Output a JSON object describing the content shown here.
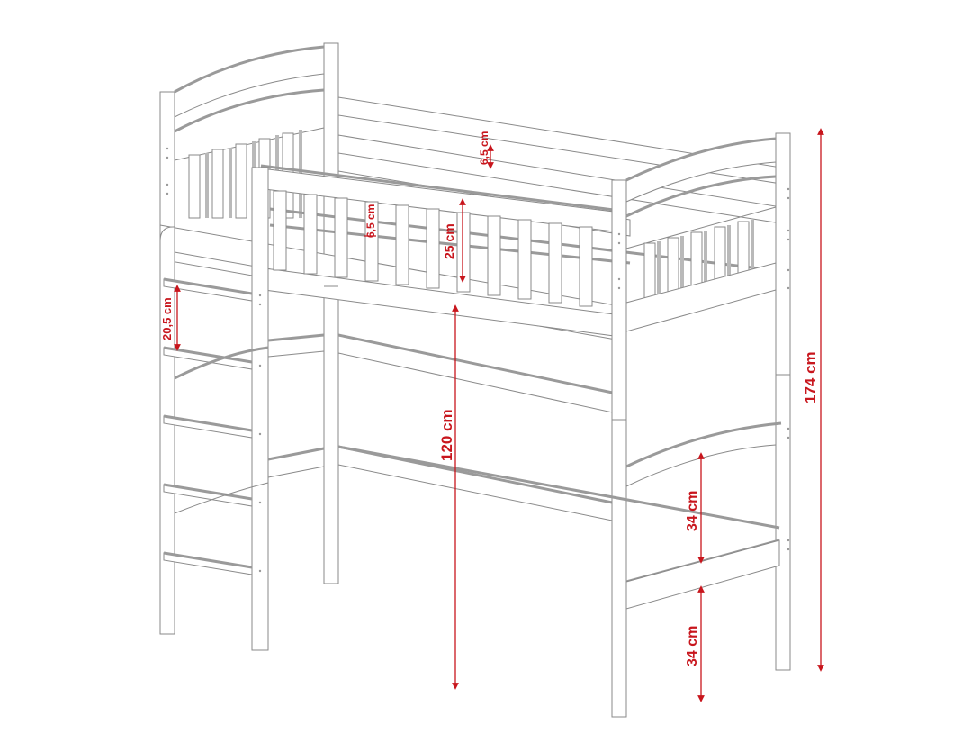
{
  "figure": {
    "subject": "Loft bed with ladder — technical dimension drawing",
    "colors": {
      "line": "#8a8a8a",
      "dimension": "#c8161d",
      "background": "#ffffff"
    }
  },
  "dimensions": {
    "total_height": "174 cm",
    "bed_platform_height": "120 cm",
    "guard_rail_height": "25 cm",
    "guard_rail_slat_gap": "6,5 cm",
    "back_rail_board_gap": "6,5 cm",
    "ladder_step_spacing": "20,5 cm",
    "lower_rail_spacing_upper": "34 cm",
    "lower_rail_spacing_lower": "34 cm"
  }
}
